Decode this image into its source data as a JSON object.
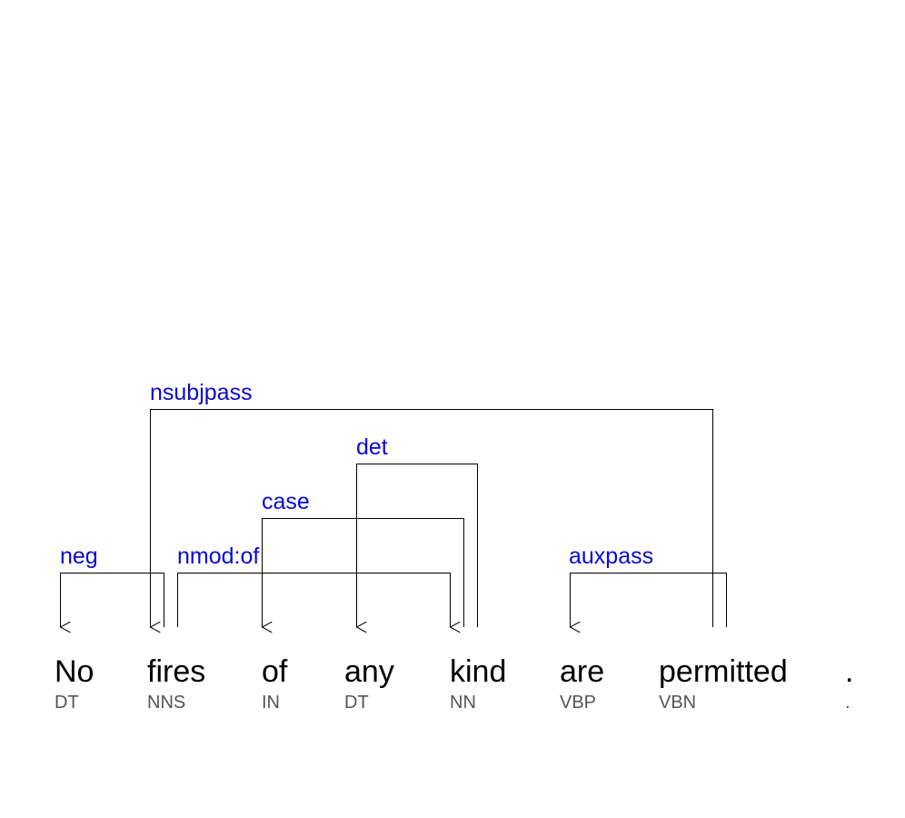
{
  "tokens": [
    {
      "word": "No",
      "tag": "DT"
    },
    {
      "word": "fires",
      "tag": "NNS"
    },
    {
      "word": "of",
      "tag": "IN"
    },
    {
      "word": "any",
      "tag": "DT"
    },
    {
      "word": "kind",
      "tag": "NN"
    },
    {
      "word": "are",
      "tag": "VBP"
    },
    {
      "word": "permitted",
      "tag": "VBN"
    },
    {
      "word": ".",
      "tag": "."
    }
  ],
  "relations": [
    {
      "label": "nsubjpass",
      "head": 6,
      "dependent": 1
    },
    {
      "label": "det",
      "head": 4,
      "dependent": 3
    },
    {
      "label": "case",
      "head": 4,
      "dependent": 2
    },
    {
      "label": "neg",
      "head": 1,
      "dependent": 0
    },
    {
      "label": "nmod:of",
      "head": 1,
      "dependent": 4
    },
    {
      "label": "auxpass",
      "head": 6,
      "dependent": 5
    }
  ]
}
